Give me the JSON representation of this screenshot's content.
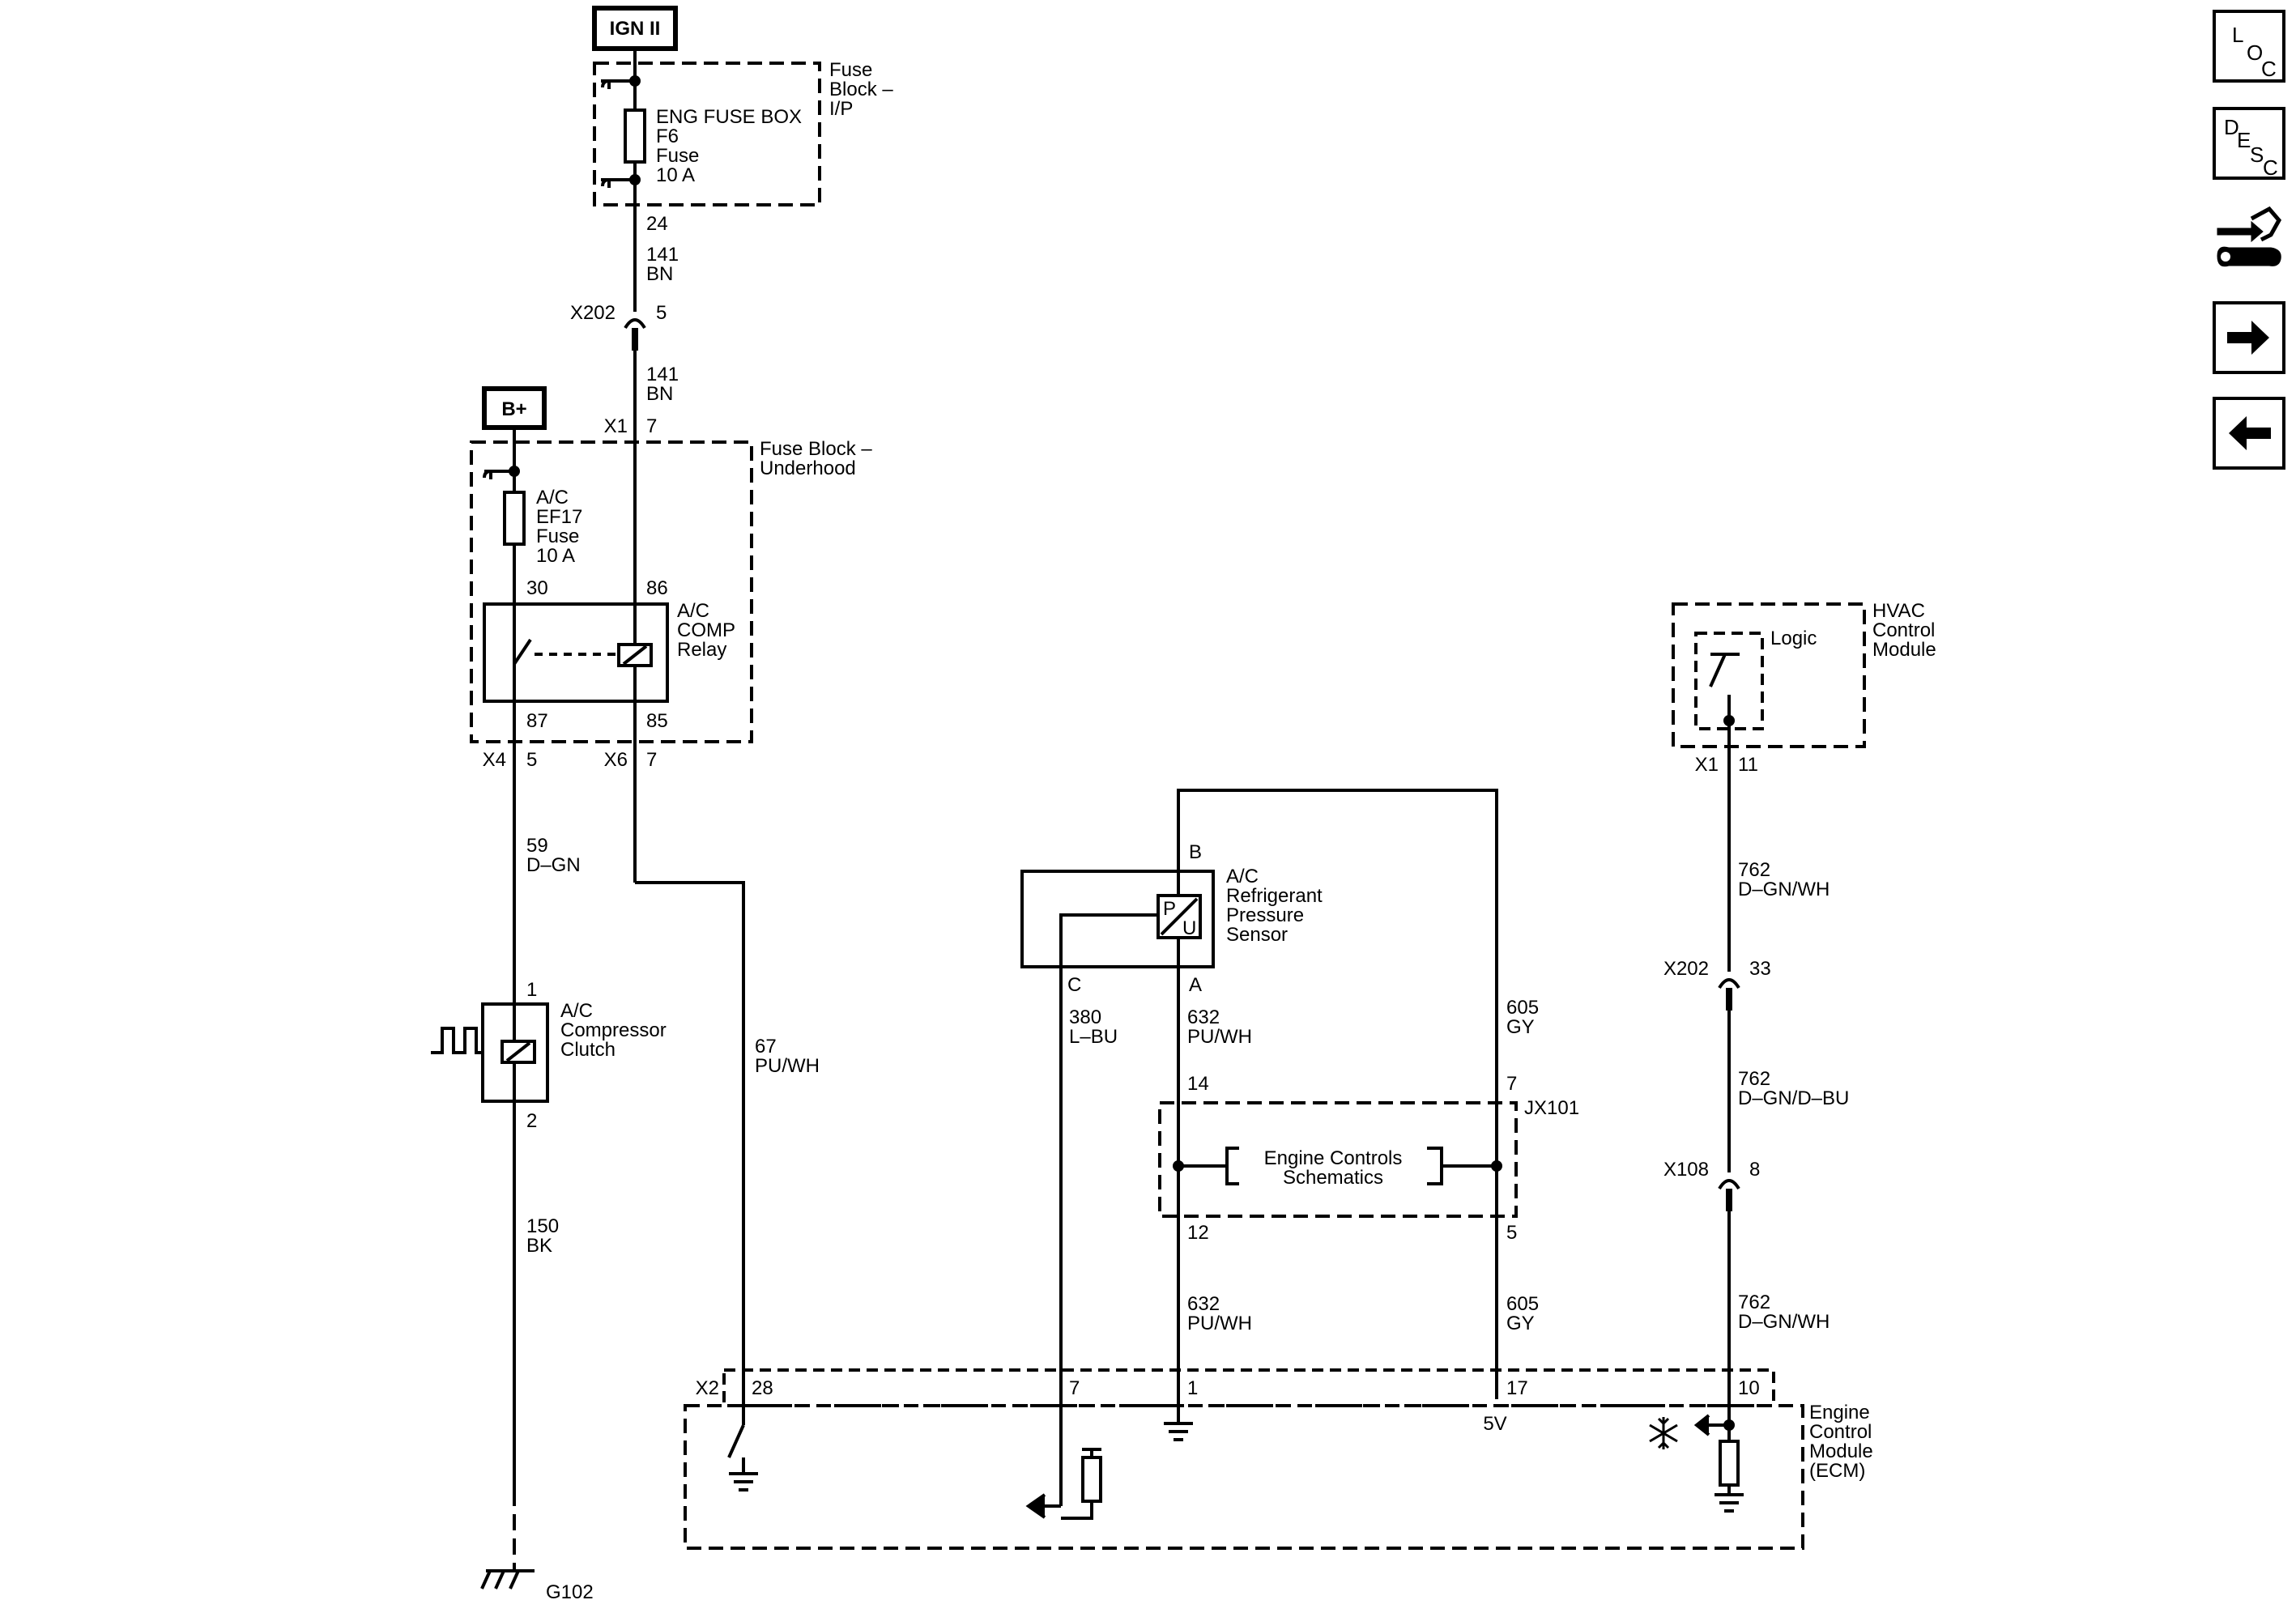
{
  "power": {
    "ign": "IGN II",
    "bplus": "B+"
  },
  "fuse_block_ip": {
    "title_1": "Fuse",
    "title_2": "Block –",
    "title_3": "I/P",
    "fuse_1": "ENG FUSE BOX",
    "fuse_2": "F6",
    "fuse_3": "Fuse",
    "fuse_4": "10 A",
    "pin": "24"
  },
  "wire_141_a": {
    "circuit": "141",
    "color": "BN"
  },
  "x202_top": {
    "connector": "X202",
    "pin": "5"
  },
  "wire_141_b": {
    "circuit": "141",
    "color": "BN"
  },
  "fuse_block_uh": {
    "title_1": "Fuse Block –",
    "title_2": "Underhood",
    "x1": "X1",
    "x1_pin": "7",
    "fuse_1": "A/C",
    "fuse_2": "EF17",
    "fuse_3": "Fuse",
    "fuse_4": "10 A",
    "relay_1": "A/C",
    "relay_2": "COMP",
    "relay_3": "Relay",
    "pin30": "30",
    "pin86": "86",
    "pin87": "87",
    "pin85": "85",
    "x4": "X4",
    "x4_pin": "5",
    "x6": "X6",
    "x6_pin": "7"
  },
  "wire_59": {
    "circuit": "59",
    "color": "D–GN"
  },
  "clutch": {
    "name_1": "A/C",
    "name_2": "Compressor",
    "name_3": "Clutch",
    "pin1": "1",
    "pin2": "2"
  },
  "wire_150": {
    "circuit": "150",
    "color": "BK"
  },
  "ground_g102": "G102",
  "wire_67": {
    "circuit": "67",
    "color": "PU/WH"
  },
  "pressure_sensor": {
    "name_1": "A/C",
    "name_2": "Refrigerant",
    "name_3": "Pressure",
    "name_4": "Sensor",
    "pin_b": "B",
    "pin_c": "C",
    "pin_a": "A",
    "symbol_p": "P",
    "symbol_u": "U"
  },
  "wire_380": {
    "circuit": "380",
    "color": "L–BU"
  },
  "wire_632_a": {
    "circuit": "632",
    "color": "PU/WH"
  },
  "wire_605_a": {
    "circuit": "605",
    "color": "GY"
  },
  "jx101": {
    "name": "JX101",
    "pin14": "14",
    "pin7": "7",
    "pin12": "12",
    "pin5": "5",
    "text_1": "Engine Controls",
    "text_2": "Schematics"
  },
  "wire_632_b": {
    "circuit": "632",
    "color": "PU/WH"
  },
  "wire_605_b": {
    "circuit": "605",
    "color": "GY"
  },
  "hvac": {
    "name_1": "HVAC",
    "name_2": "Control",
    "name_3": "Module",
    "logic": "Logic",
    "x1": "X1",
    "x1_pin": "11"
  },
  "wire_762_a": {
    "circuit": "762",
    "color": "D–GN/WH"
  },
  "x202_right": {
    "connector": "X202",
    "pin": "33"
  },
  "wire_762_b": {
    "circuit": "762",
    "color": "D–GN/D–BU"
  },
  "x108": {
    "connector": "X108",
    "pin": "8"
  },
  "wire_762_c": {
    "circuit": "762",
    "color": "D–GN/WH"
  },
  "ecm": {
    "name_1": "Engine",
    "name_2": "Control",
    "name_3": "Module",
    "name_4": "(ECM)",
    "x2": "X2",
    "pin28": "28",
    "pin7": "7",
    "pin1": "1",
    "pin17": "17",
    "pin10": "10",
    "v5": "5V"
  },
  "nav": {
    "loc": {
      "l1": "L",
      "l2": "O",
      "l3": "C"
    },
    "desc": {
      "l1": "D",
      "l2": "E",
      "l3": "S",
      "l4": "C"
    }
  }
}
